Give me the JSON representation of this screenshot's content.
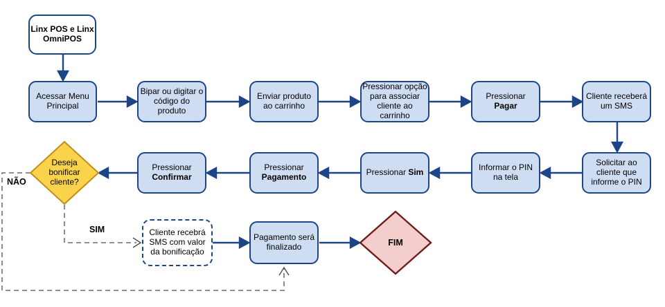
{
  "colors": {
    "node_fill": "#cfddf3",
    "node_border": "#1b4586",
    "start_fill": "#ffffff",
    "decision_fill": "#fbd24b",
    "decision_border": "#bf9019",
    "end_fill": "#f3cecc",
    "end_border": "#6f1d1b",
    "connector": "#1b4586",
    "dashed_connector": "#808080",
    "open_arrow": "#4a4a4a",
    "text": "#000000"
  },
  "nodes": {
    "start": {
      "bold1": "Linx POS",
      "mid": " e ",
      "bold2": "Linx OmniPOS"
    },
    "acessar_menu": {
      "text": "Acessar Menu\nPrincipal"
    },
    "bipar_codigo": {
      "text": "Bipar ou digitar o\ncódigo do\nproduto"
    },
    "enviar_produto": {
      "text": "Enviar produto\nao carrinho"
    },
    "associar_cliente": {
      "text": "Pressionar opção\npara associar\ncliente ao\ncarrinho"
    },
    "pressionar_pagar": {
      "prefix": "Pressionar",
      "bold": "Pagar"
    },
    "cliente_recebera_sms": {
      "text": "Cliente receberá\num SMS"
    },
    "solicitar_pin": {
      "text": "Solicitar ao\ncliente que\ninforme o PIN"
    },
    "informar_pin": {
      "text": "Informar o PIN\nna tela"
    },
    "pressionar_sim": {
      "prefix": "Pressionar ",
      "bold": "Sim"
    },
    "pressionar_pagamento": {
      "prefix": "Pressionar",
      "bold": "Pagamento"
    },
    "pressionar_confirmar": {
      "prefix": "Pressionar",
      "bold": "Confirmar"
    },
    "decisao_bonificar": {
      "text": "Deseja\nbonificar\ncliente?"
    },
    "sms_bonificacao": {
      "text": "Cliente recebrá\nSMS com valor\nda bonificação"
    },
    "pagamento_finalizado": {
      "text": "Pagamento será\nfinalizado"
    },
    "fim": {
      "text": "FIM"
    }
  },
  "edge_labels": {
    "nao": "NÃO",
    "sim": "SIM"
  }
}
